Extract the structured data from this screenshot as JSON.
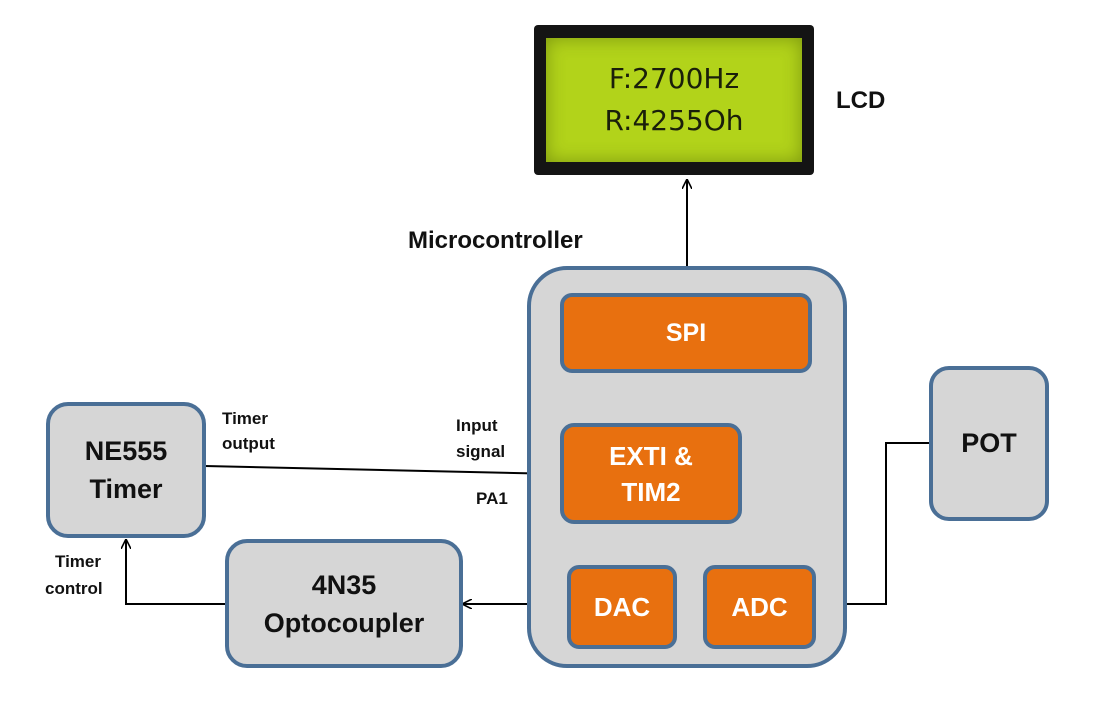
{
  "lcd": {
    "line1": "F:2700Hz",
    "line2": "R:4255Oh",
    "label": "LCD"
  },
  "microcontroller": {
    "title": "Microcontroller",
    "spi": "SPI",
    "exti_line1": "EXTI &",
    "exti_line2": "TIM2",
    "dac": "DAC",
    "adc": "ADC"
  },
  "ne555": {
    "line1": "NE555",
    "line2": "Timer"
  },
  "optocoupler": {
    "line1": "4N35",
    "line2": "Optocoupler"
  },
  "pot": {
    "label": "POT"
  },
  "signals": {
    "timer_output_1": "Timer",
    "timer_output_2": "output",
    "input_signal_1": "Input",
    "input_signal_2": "signal",
    "pa1": "PA1",
    "timer_control_1": "Timer",
    "timer_control_2": "control"
  },
  "colors": {
    "block_fill": "#d6d6d6",
    "block_border": "#4a6f96",
    "module_fill": "#e8700f",
    "lcd_screen": "#b2d31a"
  }
}
